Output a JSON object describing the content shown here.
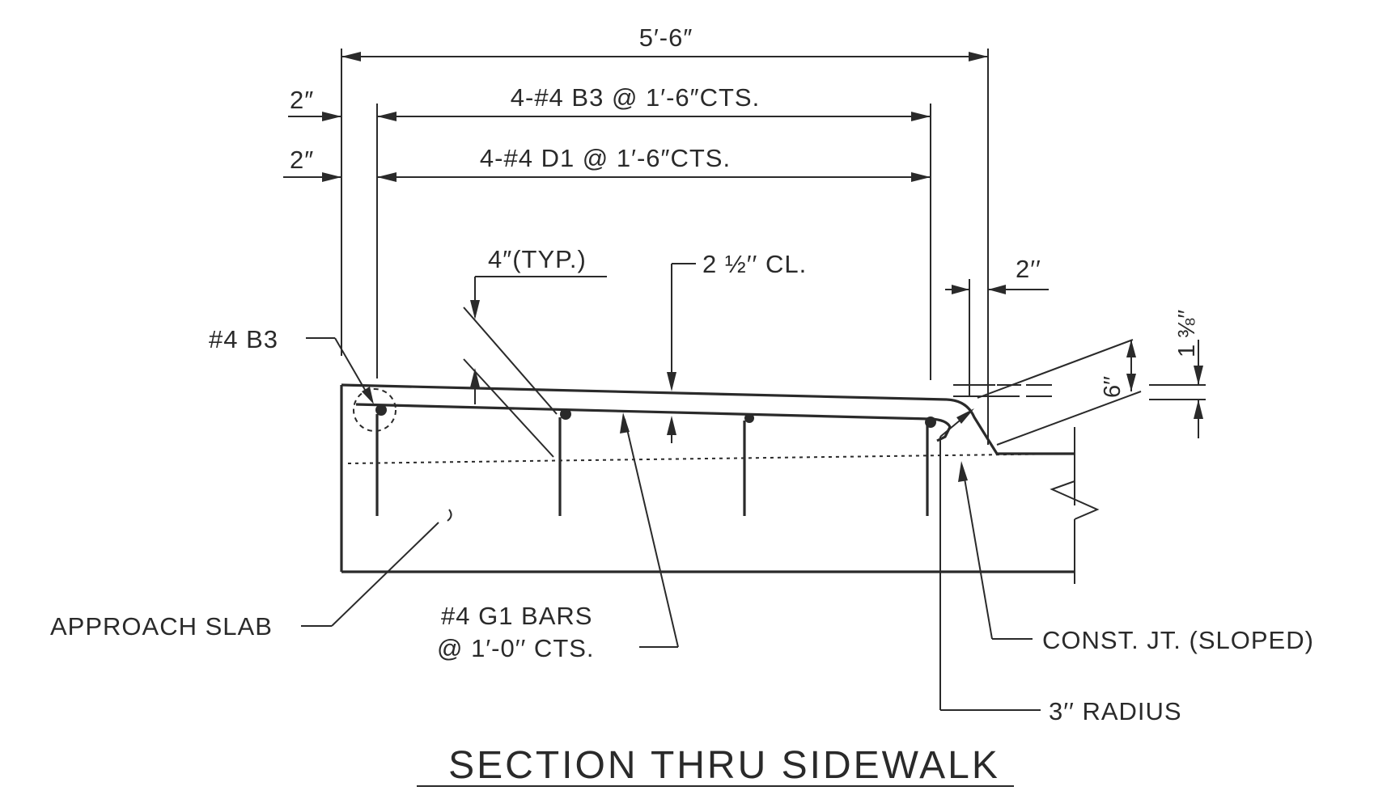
{
  "drawing": {
    "title": "SECTION THRU SIDEWALK",
    "dimensions": {
      "overall_width": "5′-6″",
      "left_offset_top": "2″",
      "left_offset_bottom": "2″",
      "right_offset": "2′′",
      "bar_spacing_top": "4-#4 B3 @ 1′-6″CTS.",
      "bar_spacing_bottom": "4-#4 D1 @ 1′-6″CTS.",
      "typical": "4″(TYP.)",
      "clear_cover": "2 ½′′ CL.",
      "height_6": "6′′",
      "slope_drop": "1 ⅜′′"
    },
    "callouts": {
      "bar_b3": "#4 B3",
      "approach_slab": "APPROACH SLAB",
      "g1_bars_line1": "#4 G1  BARS",
      "g1_bars_line2": "@ 1′-0′′ CTS.",
      "const_joint": "CONST. JT. (SLOPED)",
      "radius": "3′′ RADIUS"
    }
  }
}
